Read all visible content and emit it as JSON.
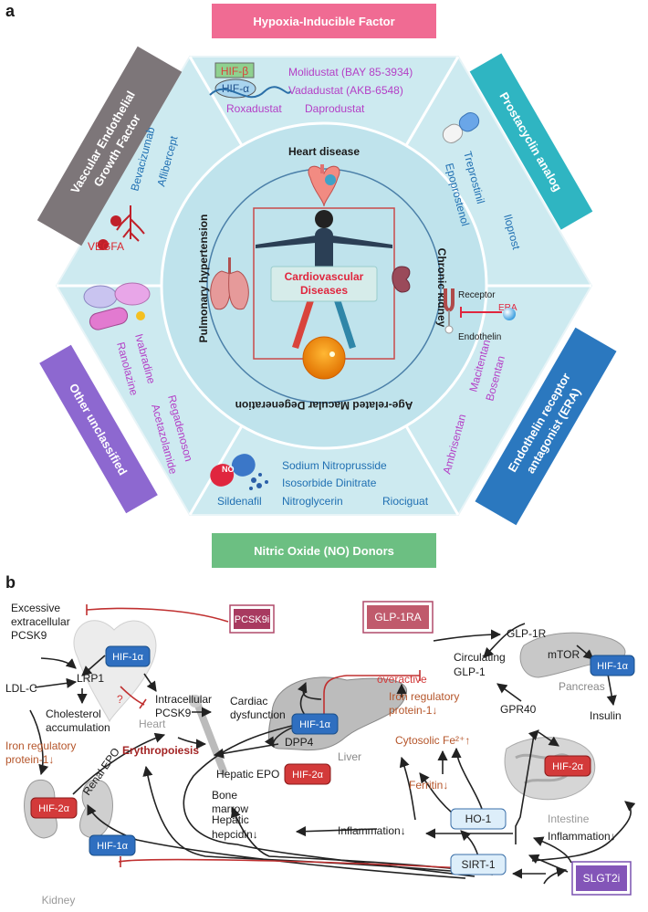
{
  "panel_a": {
    "panel_label": "a",
    "center_label": "Cardiovascular Diseases",
    "categories": {
      "hif": "Hypoxia-Inducible Factor",
      "prostacyclin": "Prostacyclin analog",
      "era": "Endothelin receptor antagonist (ERA)",
      "no": "Nitric Oxide (NO) Donors",
      "other": "Other unclassified",
      "vegf": "Vascular Endothelial Growth Factor"
    },
    "diseases": {
      "heart": "Heart disease",
      "kidney": "Chronic kidney",
      "amd": "Age-related Macular Degeneration",
      "ph": "Pulmonary hypertension"
    },
    "drugs": {
      "hif_beta": "HIF-β",
      "hif_alpha": "HIF-α",
      "molidustat": "Molidustat (BAY 85-3934)",
      "vadadustat": "Vadadustat (AKB-6548)",
      "roxadustat": "Roxadustat",
      "daprodustat": "Daprodustat",
      "treprostinil": "Treprostinil",
      "epoprostenol": "Epoprostenol",
      "iloprost": "Iloprost",
      "receptor": "Receptor",
      "era_tag": "ERA",
      "endothelin": "Endothelin",
      "macitentan": "Macitentan",
      "ambrisentan": "Ambrisentan",
      "bosentan": "Bosentan",
      "sodium_nitroprusside": "Sodium Nitroprusside",
      "isosorbide": "Isosorbide Dinitrate",
      "nitroglycerin": "Nitroglycerin",
      "riociguat": "Riociguat",
      "sildenafil": "Sildenafil",
      "no_tag": "NO",
      "ivabradine": "Ivabradine",
      "ranolazine": "Ranolazine",
      "regadenoson": "Regadenoson",
      "acetazolamide": "Acetazolamide",
      "bevacizumab": "Bevacizumab",
      "aflibercept": "Aflibercept",
      "vegfa": "VEGFA"
    },
    "colors": {
      "hif": "#f06b93",
      "prostacyclin": "#2fb5c2",
      "era": "#2b78bf",
      "no": "#6cbf82",
      "other": "#8d68d0",
      "vegf": "#7d7679",
      "hexagon": "#cdeaf0",
      "circle": "#bfe3ec"
    }
  },
  "panel_b": {
    "panel_label": "b",
    "excessive_pcsk9": [
      "Excessive",
      "extracellular",
      "PCSK9"
    ],
    "pcsk9i": "PCSK9i",
    "hif1a": "HIF-1α",
    "hif2a": "HIF-2α",
    "lrp1": "LRP1",
    "ldlc": "LDL-C",
    "question": "?",
    "chol": [
      "Cholesterol",
      "accumulation"
    ],
    "intra_pcsk9": [
      "Intracellular",
      "PCSK9"
    ],
    "cardiac_dys": [
      "Cardiac",
      "dysfunction"
    ],
    "heart": "Heart",
    "glp1ra": "GLP-1RA",
    "glp1r": "GLP-1R",
    "mtor": "mTOR",
    "circ_glp1": [
      "Circulating",
      "GLP-1"
    ],
    "pancreas": "Pancreas",
    "insulin": "Insulin",
    "overactive": "overactive",
    "irp_right": [
      "Iron regulatory",
      "protein-1↓"
    ],
    "irp_left": [
      "Iron regulatory",
      "protein-1↓"
    ],
    "cytosolic": "Cytosolic Fe²⁺↑",
    "gpr40": "GPR40",
    "ferritin": "Ferritin↓",
    "intestine": "Intestine",
    "inflam_right": "Inflammation↓",
    "inflam_mid": "Inflammation↓",
    "dpp4": "DPP4",
    "erythropoiesis": "Erythropoiesis",
    "hepatic_epo": "Hepatic EPO",
    "liver": "Liver",
    "renal_epo": "Renal EPO",
    "bone_marrow": [
      "Bone",
      "marrow"
    ],
    "hepatic_hepcidin": [
      "Hepatic",
      "hepcidin↓"
    ],
    "ho1": "HO-1",
    "sirt1": "SIRT-1",
    "slgt2i": "SLGT2i",
    "kidney": "Kidney"
  }
}
